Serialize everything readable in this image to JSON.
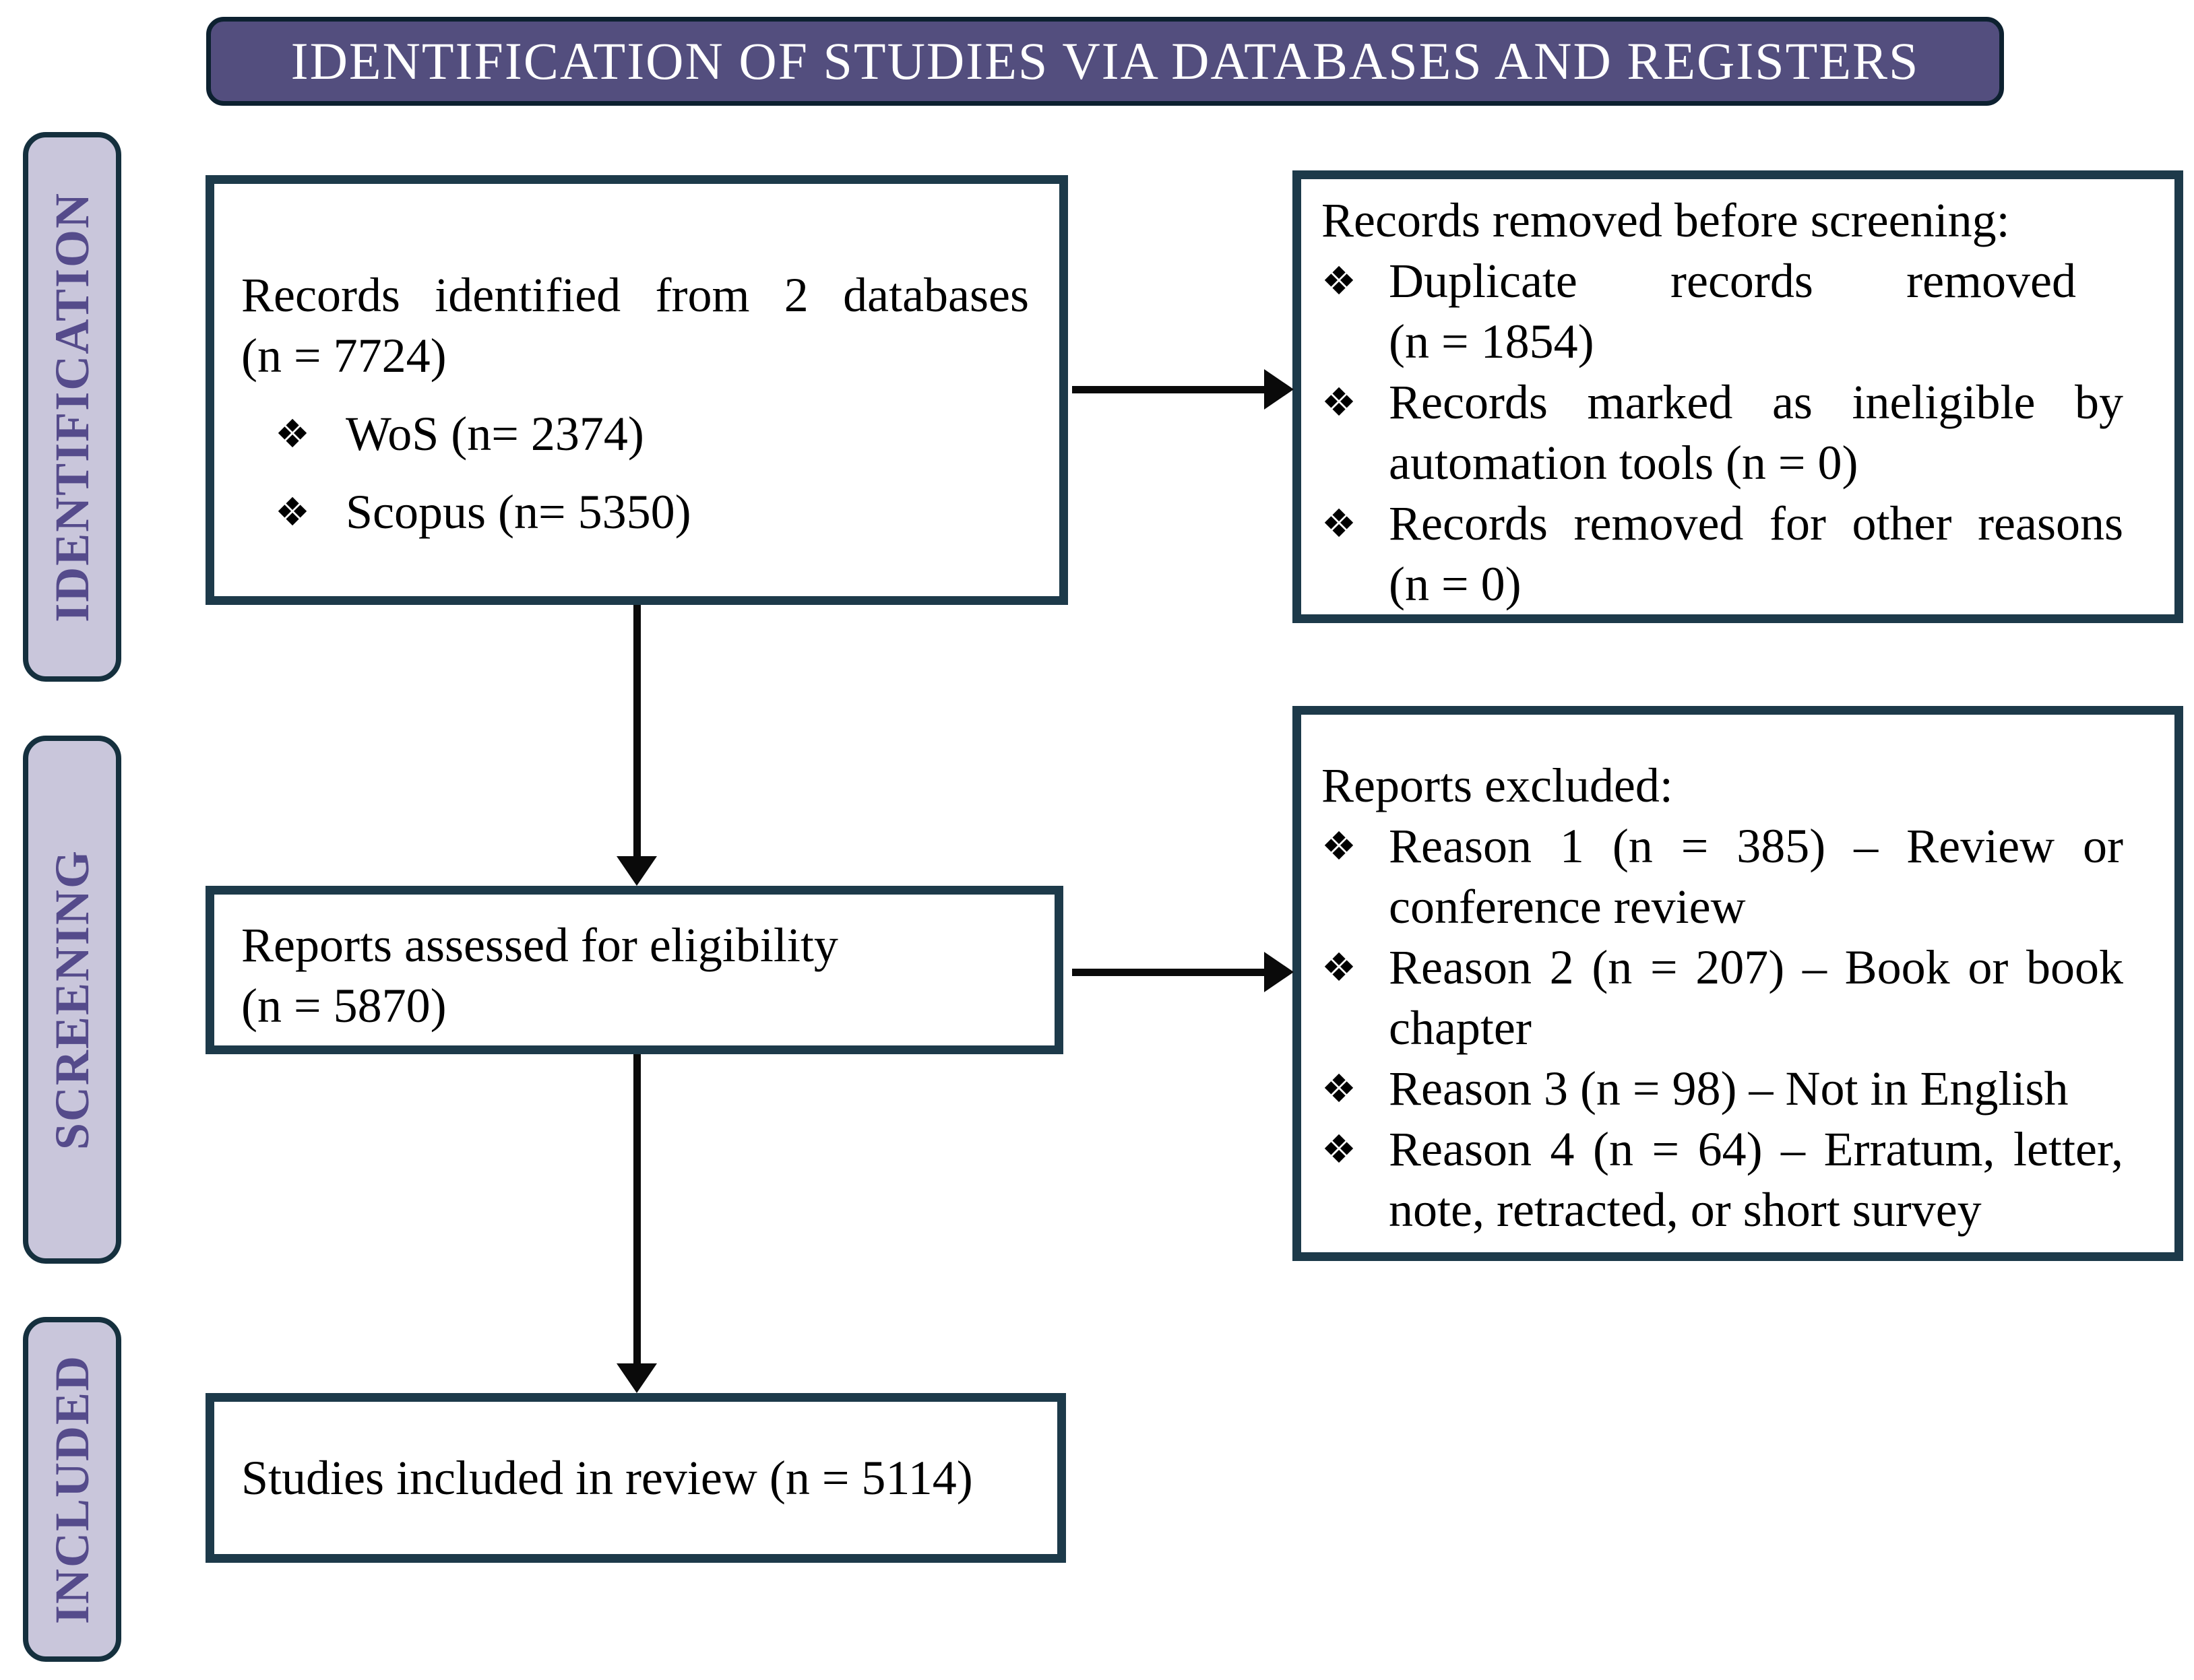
{
  "header": {
    "title": "IDENTIFICATION OF STUDIES VIA DATABASES AND REGISTERS"
  },
  "side_labels": {
    "identification": "IDENTIFICATION",
    "screening": "SCREENING",
    "included": "INCLUDED"
  },
  "bullet_glyph": "❖",
  "boxes": {
    "records_identified": {
      "text": "Records identified from 2 databases (n = 7724)",
      "bullets": [
        "WoS (n= 2374)",
        "Scopus (n= 5350)"
      ]
    },
    "records_removed": {
      "title": "Records removed before screening:",
      "bullets": [
        "Duplicate records removed (n = 1854)",
        "Records marked as ineligible by automation tools (n = 0)",
        "Records removed for other reasons (n = 0)"
      ]
    },
    "reports_assessed": {
      "text": "Reports assessed for eligibility (n = 5870)"
    },
    "reports_excluded": {
      "title": "Reports excluded:",
      "bullets": [
        "Reason 1 (n = 385) – Review or conference review",
        "Reason 2 (n = 207) – Book or book chapter",
        "Reason 3 (n = 98) – Not in English",
        "Reason 4 (n = 64) – Erratum, letter, note, retracted, or short survey"
      ]
    },
    "studies_included": {
      "text": "Studies included in review (n = 5114)"
    }
  },
  "colors": {
    "banner_fill": "#534e7e",
    "banner_border": "#0d2130",
    "label_fill": "#c9c6db",
    "label_text": "#554b8b",
    "label_border": "#15303e",
    "box_border": "#1d3a4a",
    "arrow": "#0a0a0a",
    "text": "#000000",
    "background": "#ffffff"
  }
}
